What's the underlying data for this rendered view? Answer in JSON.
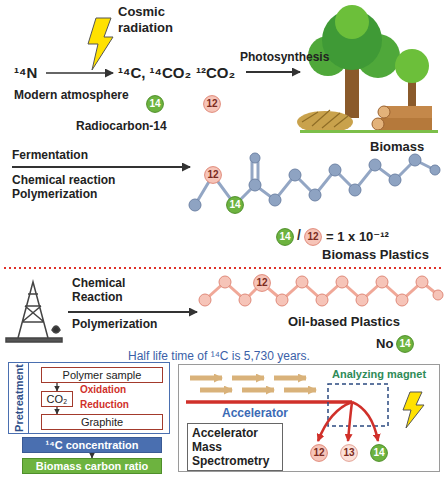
{
  "diagram": {
    "nodes": [
      {
        "text": [
          "14"
        ]
      },
      {
        "text": [
          "12"
        ]
      },
      {
        "text": [
          "12"
        ]
      },
      {
        "text": [
          "14"
        ]
      },
      {
        "text": [
          "14"
        ]
      },
      {
        "text": [
          "12"
        ]
      },
      {
        "text": [
          "12"
        ]
      },
      {
        "text": [
          "14"
        ]
      },
      {
        "text": [
          "Pretreatment"
        ]
      },
      {
        "text": [
          "Polymer sample"
        ],
        "in": 8
      },
      {
        "text": [
          "CO₂"
        ],
        "in": 8
      },
      {
        "text": [
          "Graphite"
        ],
        "in": 8
      },
      {
        "text": [
          "Accelerator Mass Spectrometry"
        ]
      },
      {
        "text": [
          "12"
        ],
        "in": 12
      },
      {
        "text": [
          "13"
        ],
        "in": 12
      },
      {
        "text": [
          "14"
        ],
        "in": 12
      },
      {
        "text": [
          "¹⁴C concentration"
        ]
      },
      {
        "text": [
          "Biomass carbon ratio"
        ]
      }
    ],
    "edges": [
      {
        "from": 9,
        "to": 10,
        "label": "Oxidation",
        "arrow": "to"
      },
      {
        "from": 10,
        "to": 11,
        "label": "Reduction",
        "arrow": "to"
      },
      {
        "from": 16,
        "to": 17,
        "arrow": "to"
      }
    ],
    "labels": [
      "Cosmic radiation",
      "¹⁴N",
      "¹⁴C, ¹⁴CO₂",
      "¹²CO₂",
      "Modern atmosphere",
      "Radiocarbon-14",
      "Photosynthesis",
      "Biomass",
      "Fermentation",
      "Chemical reaction Polymerization",
      "/",
      "= 1 x 10⁻¹²",
      "Biomass Plastics",
      "Chemical Reaction",
      "Polymerization",
      "Oil-based Plastics",
      "No",
      "Half life time of ¹⁴C is 5,730 years.",
      "Accelerator",
      "Analyzing magnet"
    ]
  }
}
